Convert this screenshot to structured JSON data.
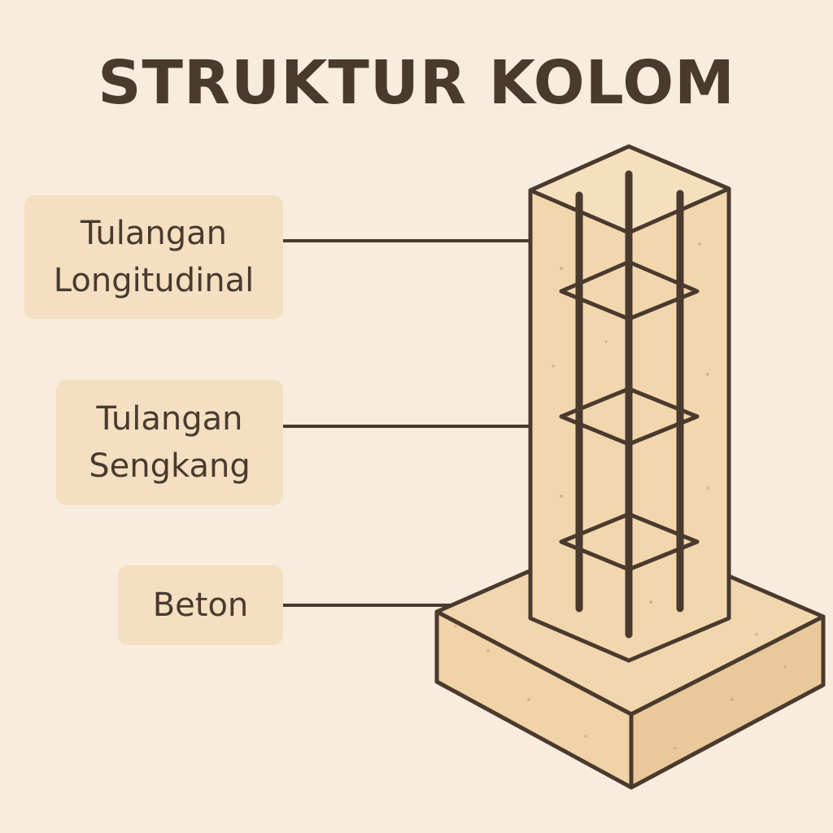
{
  "title": "STRUKTUR KOLOM",
  "labels": {
    "longitudinal": {
      "line1": "Tulangan",
      "line2": "Longitudinal"
    },
    "sengkang": {
      "line1": "Tulangan",
      "line2": "Sengkang"
    },
    "beton": {
      "line1": "Beton"
    }
  },
  "colors": {
    "background": "#f8ecdc",
    "label_box": "#f4dfc2",
    "concrete": "#f2d7ae",
    "concrete_side": "#e9c99a",
    "outline": "#4a3a2e"
  }
}
